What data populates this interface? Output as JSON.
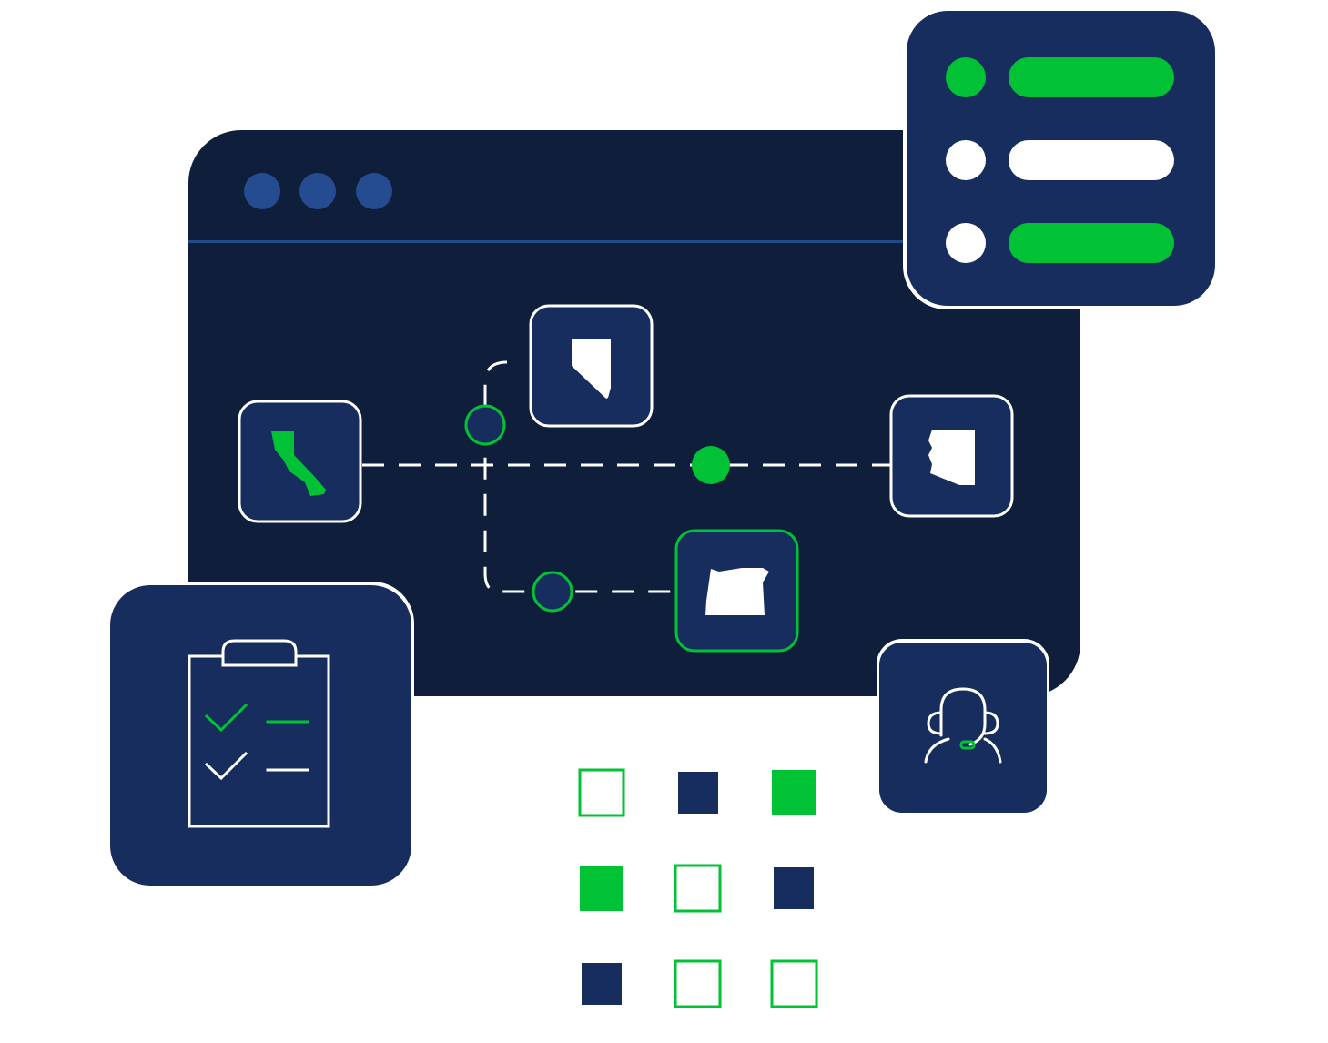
{
  "colors": {
    "background": "#ffffff",
    "window_dark": "#0f1f3b",
    "panel_navy": "#172d5d",
    "dot_blue": "#254c91",
    "divider_blue": "#234b8c",
    "accent_green": "#00c234",
    "outline_white": "#ffffff"
  },
  "browser_window": {
    "window_controls": [
      "window-dot-icon",
      "window-dot-icon",
      "window-dot-icon"
    ]
  },
  "map_nodes": [
    {
      "state": "california",
      "icon": "california-state-icon",
      "highlight": true
    },
    {
      "state": "nevada",
      "icon": "nevada-state-icon",
      "highlight": false
    },
    {
      "state": "arizona",
      "icon": "arizona-state-icon",
      "highlight": false
    },
    {
      "state": "oregon",
      "icon": "oregon-state-icon",
      "highlight": true,
      "outline": "green"
    }
  ],
  "list_panel": {
    "rows": [
      {
        "status": "green"
      },
      {
        "status": "white"
      },
      {
        "status": "mixed"
      }
    ]
  },
  "checklist_card": {
    "icon": "clipboard-checklist-icon",
    "items": [
      {
        "check": "green"
      },
      {
        "check": "white"
      }
    ]
  },
  "support_card": {
    "icon": "support-agent-headset-icon"
  },
  "tile_grid": [
    [
      "outline-green",
      "filled-navy",
      "filled-green"
    ],
    [
      "filled-green",
      "outline-green",
      "filled-navy"
    ],
    [
      "filled-navy",
      "outline-green",
      "outline-green"
    ]
  ]
}
